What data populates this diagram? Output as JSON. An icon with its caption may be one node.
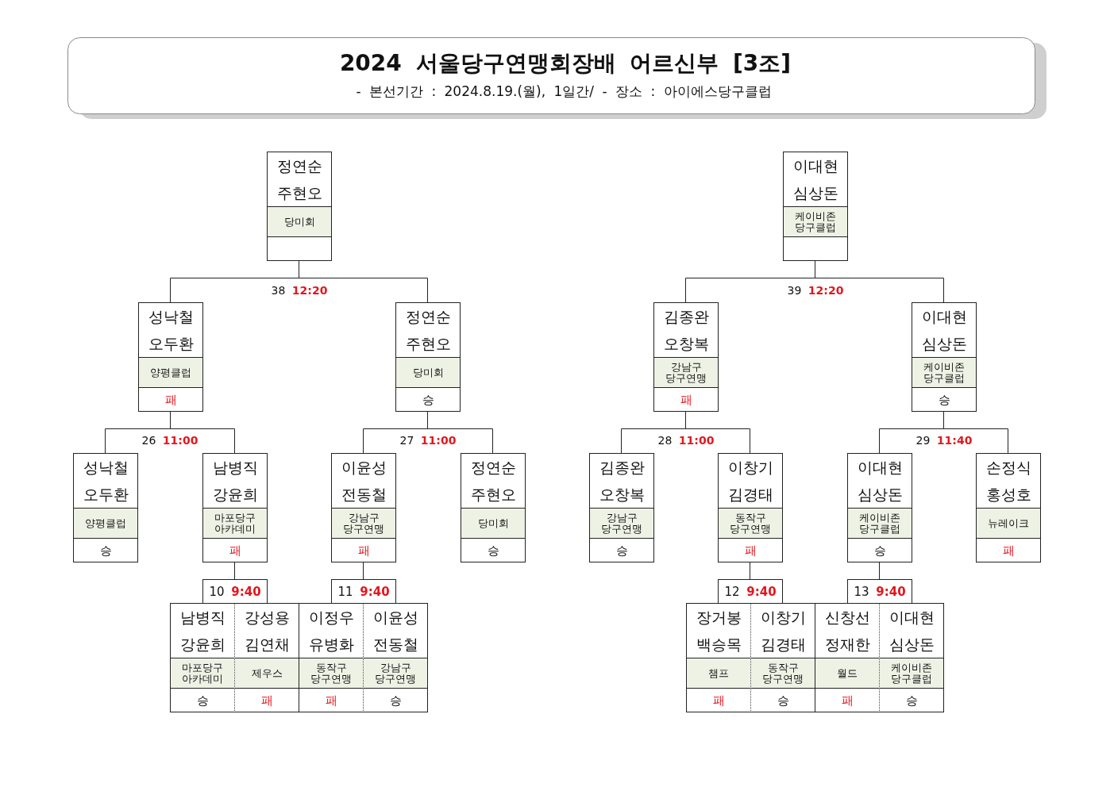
{
  "diagram": {
    "title": "2024 서울당구연맹회장배 어르신부 [3조]",
    "nodes": [
      {
        "text": [
          "정연순",
          "주현오",
          "당미회"
        ]
      },
      {
        "text": [
          "이대현",
          "심상돈",
          "케이비존 당구클럽"
        ]
      },
      {
        "text": [
          "성낙철",
          "오두환",
          "양평클럽",
          "패"
        ]
      },
      {
        "text": [
          "정연순",
          "주현오",
          "당미회",
          "승"
        ]
      },
      {
        "text": [
          "김종완",
          "오창복",
          "강남구 당구연맹",
          "패"
        ]
      },
      {
        "text": [
          "이대현",
          "심상돈",
          "케이비존 당구클럽",
          "승"
        ]
      },
      {
        "text": [
          "성낙철",
          "오두환",
          "양평클럽",
          "승"
        ]
      },
      {
        "text": [
          "남병직",
          "강윤희",
          "마포당구 아카데미",
          "패"
        ]
      },
      {
        "text": [
          "이윤성",
          "전동철",
          "강남구 당구연맹",
          "패"
        ]
      },
      {
        "text": [
          "정연순",
          "주현오",
          "당미회",
          "승"
        ]
      },
      {
        "text": [
          "김종완",
          "오창복",
          "강남구 당구연맹",
          "승"
        ]
      },
      {
        "text": [
          "이창기",
          "김경태",
          "동작구 당구연맹",
          "패"
        ]
      },
      {
        "text": [
          "이대현",
          "심상돈",
          "케이비존 당구클럽",
          "승"
        ]
      },
      {
        "text": [
          "손정식",
          "홍성호",
          "뉴레이크",
          "패"
        ]
      },
      {
        "text": [
          "10 **9:40**"
        ]
      },
      {
        "text": [
          "11 **9:40**"
        ]
      },
      {
        "text": [
          "12 **9:40**"
        ]
      },
      {
        "text": [
          "13 **9:40**"
        ]
      },
      {
        "text": [
          "남병직",
          "강윤희",
          "마포당구 아카데미",
          "승"
        ]
      },
      {
        "text": [
          "강성용",
          "김연채",
          "제우스",
          "패"
        ]
      },
      {
        "text": [
          "이정우",
          "유병화",
          "동작구 당구연맹",
          "패"
        ]
      },
      {
        "text": [
          "이윤성",
          "전동철",
          "강남구 당구연맹",
          "승"
        ]
      },
      {
        "text": [
          "장거봉",
          "백승목",
          "챔프",
          "패"
        ]
      },
      {
        "text": [
          "이창기",
          "김경태",
          "동작구 당구연맹",
          "승"
        ]
      },
      {
        "text": [
          "신창선",
          "정재한",
          "월드",
          "패"
        ]
      },
      {
        "text": [
          "이대현",
          "심상돈",
          "케이비존 당구클럽",
          "승"
        ]
      }
    ],
    "edges": [
      {
        "from": 0,
        "to": 2,
        "arrow": "none"
      },
      {
        "from": 0,
        "to": 3,
        "arrow": "none"
      },
      {
        "from": 1,
        "to": 4,
        "arrow": "none"
      },
      {
        "from": 1,
        "to": 5,
        "arrow": "none"
      },
      {
        "from": 2,
        "to": 6,
        "arrow": "none"
      },
      {
        "from": 2,
        "to": 7,
        "arrow": "none"
      },
      {
        "from": 3,
        "to": 8,
        "arrow": "none"
      },
      {
        "from": 3,
        "to": 9,
        "arrow": "none"
      },
      {
        "from": 4,
        "to": 10,
        "arrow": "none"
      },
      {
        "from": 4,
        "to": 11,
        "arrow": "none"
      },
      {
        "from": 5,
        "to": 12,
        "arrow": "none"
      },
      {
        "from": 5,
        "to": 13,
        "arrow": "none"
      },
      {
        "from": 7,
        "to": 14,
        "arrow": "none"
      },
      {
        "from": 8,
        "to": 15,
        "arrow": "none"
      },
      {
        "from": 11,
        "to": 16,
        "arrow": "none"
      },
      {
        "from": 12,
        "to": 17,
        "arrow": "none"
      }
    ],
    "labels": [
      "- 본선기간 : 2024.8.19.(월), 1일간/ - 장소 : 아이에스당구클럽",
      "38 **12:20**",
      "39 **12:20**",
      "26 **11:00**",
      "27 **11:00**",
      "28 **11:00**",
      "29 **11:40**"
    ]
  }
}
